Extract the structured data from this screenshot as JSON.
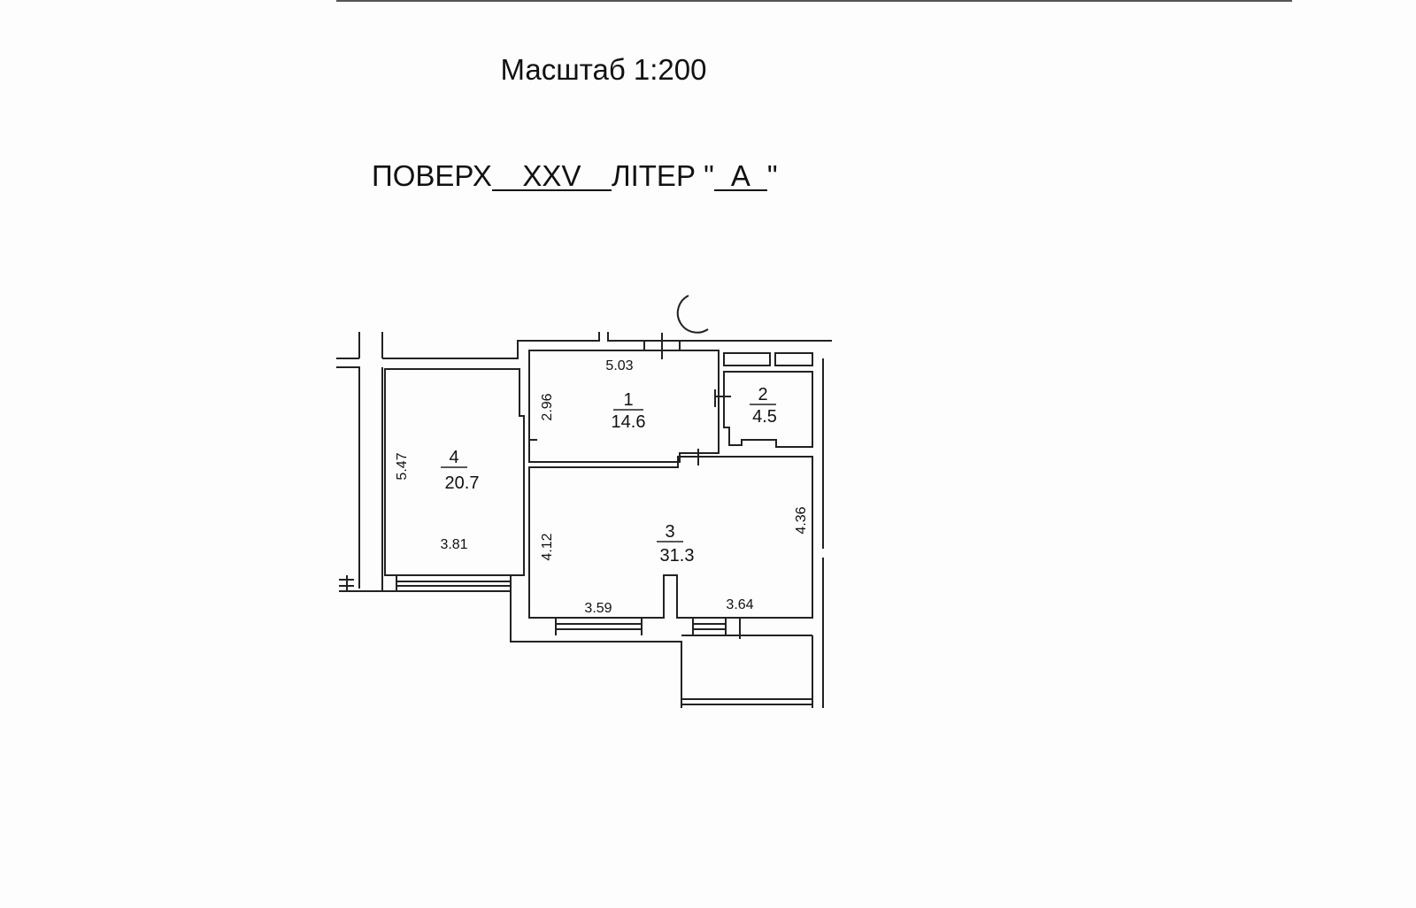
{
  "header": {
    "scale_label": "Масштаб 1:200",
    "floor_label": "ПОВЕРХ",
    "floor_value": "XXV",
    "letter_label": "ЛІТЕР",
    "letter_value": "А"
  },
  "rooms": [
    {
      "number": "1",
      "area": "14.6",
      "dim_a": "5.03",
      "dim_b": "2.96"
    },
    {
      "number": "2",
      "area": "4.5"
    },
    {
      "number": "3",
      "area": "31.3",
      "dim_a": "4.12",
      "dim_b": "4.36",
      "dim_c": "3.59",
      "dim_d": "3.64"
    },
    {
      "number": "4",
      "area": "20.7",
      "dim_a": "5.47",
      "dim_b": "3.81"
    }
  ]
}
